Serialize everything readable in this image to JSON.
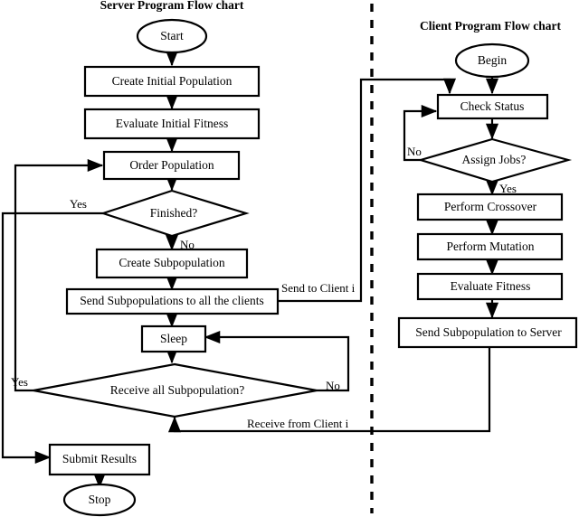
{
  "diagram": {
    "kind": "flowchart",
    "panels": [
      {
        "id": "server",
        "title": "Server Program Flow chart"
      },
      {
        "id": "client",
        "title": "Client Program Flow chart"
      }
    ],
    "divider": "vertical-dashed-line"
  },
  "server": {
    "title": "Server Program Flow chart",
    "nodes": [
      {
        "id": "start",
        "type": "terminator",
        "label": "Start"
      },
      {
        "id": "create_pop",
        "type": "process",
        "label": "Create Initial Population"
      },
      {
        "id": "eval_fitness",
        "type": "process",
        "label": "Evaluate Initial Fitness"
      },
      {
        "id": "order_pop",
        "type": "process",
        "label": "Order Population"
      },
      {
        "id": "finished",
        "type": "decision",
        "label": "Finished?"
      },
      {
        "id": "create_sub",
        "type": "process",
        "label": "Create Subpopulation"
      },
      {
        "id": "send_subs",
        "type": "process",
        "label": "Send Subpopulations to all the clients"
      },
      {
        "id": "sleep",
        "type": "process",
        "label": "Sleep"
      },
      {
        "id": "receive_all",
        "type": "decision",
        "label": "Receive all Subpopulation?"
      },
      {
        "id": "submit_results",
        "type": "process",
        "label": "Submit Results"
      },
      {
        "id": "stop",
        "type": "terminator",
        "label": "Stop"
      }
    ],
    "edge_labels": {
      "finished_yes": "Yes",
      "finished_no": "No",
      "receive_yes": "Yes",
      "receive_no": "No",
      "send_to_client": "Send to Client i",
      "receive_from_client": "Receive from Client i"
    }
  },
  "client": {
    "title": "Client Program Flow chart",
    "nodes": [
      {
        "id": "begin",
        "type": "terminator",
        "label": "Begin"
      },
      {
        "id": "check_status",
        "type": "process",
        "label": "Check Status"
      },
      {
        "id": "assign_jobs",
        "type": "decision",
        "label": "Assign Jobs?"
      },
      {
        "id": "crossover",
        "type": "process",
        "label": "Perform Crossover"
      },
      {
        "id": "mutation",
        "type": "process",
        "label": "Perform Mutation"
      },
      {
        "id": "eval_fitness",
        "type": "process",
        "label": "Evaluate Fitness"
      },
      {
        "id": "send_sub",
        "type": "process",
        "label": "Send Subpopulation to Server"
      }
    ],
    "edge_labels": {
      "assign_no": "No",
      "assign_yes": "Yes"
    }
  },
  "colors": {
    "stroke": "#000000",
    "fill": "#ffffff",
    "background": "#ffffff"
  }
}
